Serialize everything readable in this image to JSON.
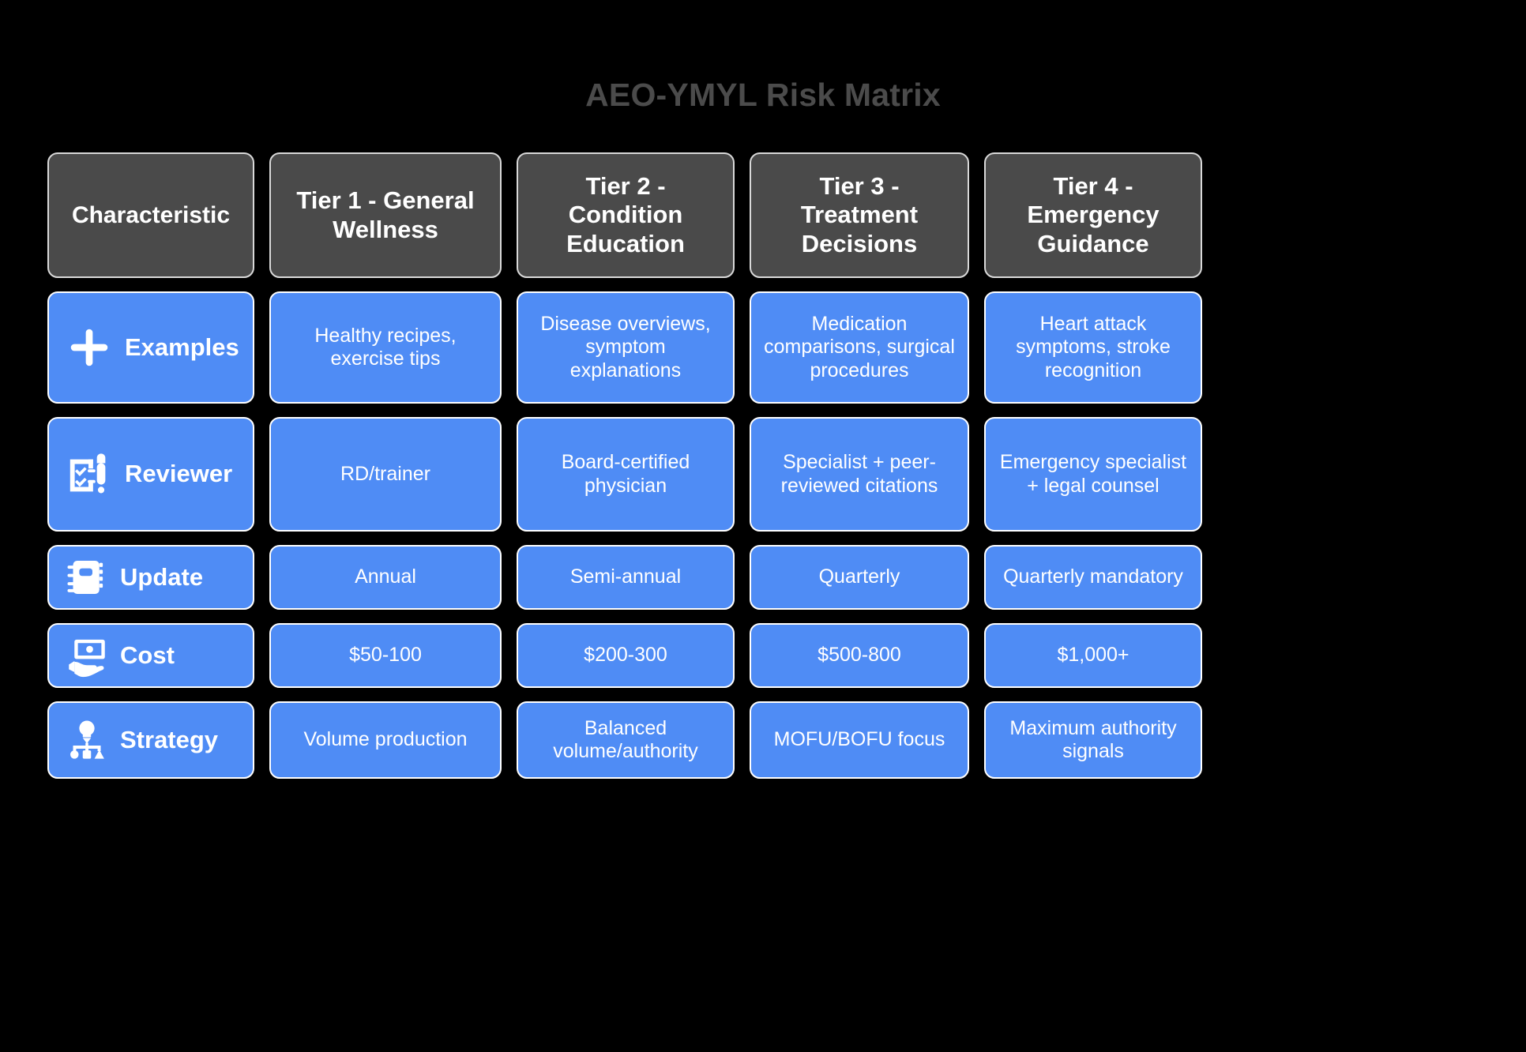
{
  "title": "AEO-YMYL Risk Matrix",
  "colors": {
    "background": "#000000",
    "title_text": "#4b4b4b",
    "header_cell": "#4a4a4a",
    "data_cell": "#4f8cf5",
    "cell_border": "#ffffff",
    "text": "#ffffff"
  },
  "chart_data": {
    "type": "table",
    "title": "AEO-YMYL Risk Matrix",
    "columns": [
      "Characteristic",
      "Tier 1 - General Wellness",
      "Tier 2 - Condition Education",
      "Tier 3 - Treatment Decisions",
      "Tier 4 - Emergency Guidance"
    ],
    "rows": [
      {
        "label": "Examples",
        "icon": "plus-icon",
        "values": [
          "Healthy recipes, exercise tips",
          "Disease overviews, symptom explanations",
          "Medication comparisons, surgical procedures",
          "Heart attack symptoms, stroke recognition"
        ]
      },
      {
        "label": "Reviewer",
        "icon": "clipboard-pen-icon",
        "values": [
          "RD/trainer",
          "Board-certified physician",
          "Specialist + peer-reviewed citations",
          "Emergency specialist + legal counsel"
        ]
      },
      {
        "label": "Update",
        "icon": "notebook-icon",
        "values": [
          "Annual",
          "Semi-annual",
          "Quarterly",
          "Quarterly mandatory"
        ]
      },
      {
        "label": "Cost",
        "icon": "hand-money-icon",
        "values": [
          "$50-100",
          "$200-300",
          "$500-800",
          "$1,000+"
        ]
      },
      {
        "label": "Strategy",
        "icon": "lightbulb-hierarchy-icon",
        "values": [
          "Volume production",
          "Balanced volume/authority",
          "MOFU/BOFU focus",
          "Maximum authority signals"
        ]
      }
    ]
  },
  "header": {
    "characteristic": "Characteristic",
    "tier1": "Tier 1 - General Wellness",
    "tier2": "Tier 2 - Condition Education",
    "tier3": "Tier 3 - Treatment Decisions",
    "tier4": "Tier 4 - Emergency Guidance"
  },
  "rows": {
    "examples": {
      "label": "Examples",
      "t1": "Healthy recipes, exercise tips",
      "t2": "Disease overviews, symptom explanations",
      "t3": "Medication comparisons, surgical procedures",
      "t4": "Heart attack symptoms, stroke recognition"
    },
    "reviewer": {
      "label": "Reviewer",
      "t1": "RD/trainer",
      "t2": "Board-certified physician",
      "t3": "Specialist + peer-reviewed citations",
      "t4": "Emergency specialist + legal counsel"
    },
    "update": {
      "label": "Update",
      "t1": "Annual",
      "t2": "Semi-annual",
      "t3": "Quarterly",
      "t4": "Quarterly mandatory"
    },
    "cost": {
      "label": "Cost",
      "t1": "$50-100",
      "t2": "$200-300",
      "t3": "$500-800",
      "t4": "$1,000+"
    },
    "strategy": {
      "label": "Strategy",
      "t1": "Volume production",
      "t2": "Balanced volume/authority",
      "t3": "MOFU/BOFU focus",
      "t4": "Maximum authority signals"
    }
  }
}
